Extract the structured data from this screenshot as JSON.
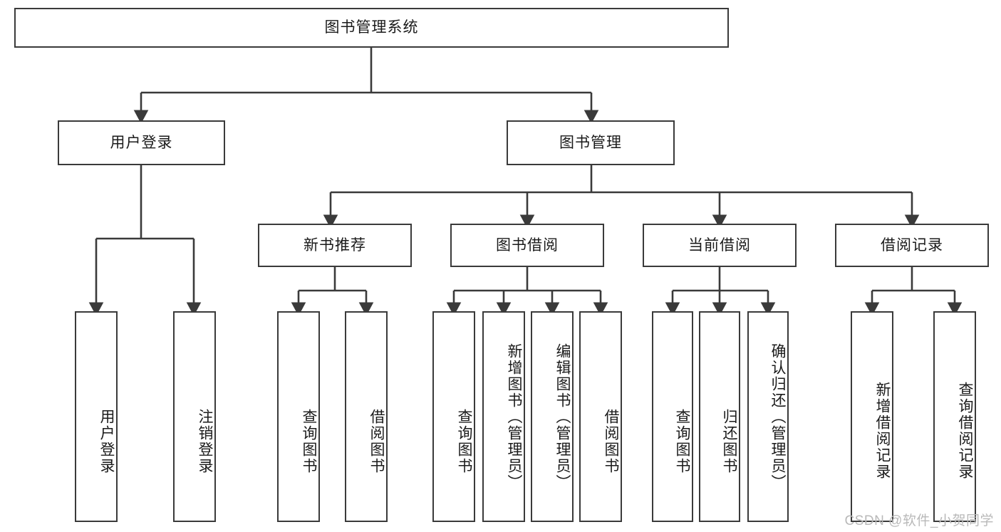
{
  "diagram": {
    "title": "图书管理系统",
    "watermark": "CSDN @软件_小贺同学",
    "colors": {
      "border": "#3a3a3a",
      "background": "#ffffff",
      "text": "#1a1a1a",
      "watermark": "#b9b9b9"
    },
    "levels": {
      "root": {
        "label": "图书管理系统"
      },
      "level2": [
        {
          "label": "用户登录"
        },
        {
          "label": "图书管理"
        }
      ],
      "level3": [
        {
          "label": "新书推荐"
        },
        {
          "label": "图书借阅"
        },
        {
          "label": "当前借阅"
        },
        {
          "label": "借阅记录"
        }
      ],
      "leaves": {
        "user_login": [
          {
            "label": "用户登录"
          },
          {
            "label": "注销登录"
          }
        ],
        "new_book": [
          {
            "label": "查询图书"
          },
          {
            "label": "借阅图书"
          }
        ],
        "book_borrow": [
          {
            "label": "查询图书"
          },
          {
            "label": "新增图书（管理员）"
          },
          {
            "label": "编辑图书（管理员）"
          },
          {
            "label": "借阅图书"
          }
        ],
        "current_borrow": [
          {
            "label": "查询图书"
          },
          {
            "label": "归还图书"
          },
          {
            "label": "确认归还（管理员）"
          }
        ],
        "borrow_record": [
          {
            "label": "新增借阅记录"
          },
          {
            "label": "查询借阅记录"
          }
        ]
      }
    }
  }
}
